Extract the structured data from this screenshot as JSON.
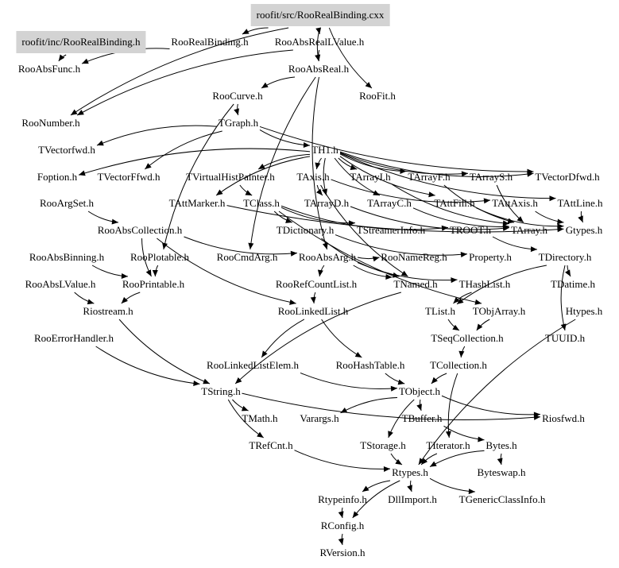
{
  "title": "Include dependency graph for roofit/src/RooRealBinding.cxx",
  "nodes": [
    {
      "id": "src",
      "label": "roofit/src/RooRealBinding.cxx",
      "kind": "file"
    },
    {
      "id": "inc",
      "label": "roofit/inc/RooRealBinding.h",
      "kind": "file"
    },
    {
      "id": "RooRealBinding",
      "label": "RooRealBinding.h"
    },
    {
      "id": "RooAbsRealLValue",
      "label": "RooAbsRealLValue.h"
    },
    {
      "id": "RooAbsFunc",
      "label": "RooAbsFunc.h"
    },
    {
      "id": "RooAbsReal",
      "label": "RooAbsReal.h"
    },
    {
      "id": "RooCurve",
      "label": "RooCurve.h"
    },
    {
      "id": "RooFit",
      "label": "RooFit.h"
    },
    {
      "id": "RooNumber",
      "label": "RooNumber.h"
    },
    {
      "id": "TGraph",
      "label": "TGraph.h"
    },
    {
      "id": "TVectorfwd",
      "label": "TVectorfwd.h"
    },
    {
      "id": "TH1",
      "label": "TH1.h"
    },
    {
      "id": "Foption",
      "label": "Foption.h"
    },
    {
      "id": "TVectorFfwd",
      "label": "TVectorFfwd.h"
    },
    {
      "id": "TVirtualHistPainter",
      "label": "TVirtualHistPainter.h"
    },
    {
      "id": "TAxis",
      "label": "TAxis.h"
    },
    {
      "id": "TArrayI",
      "label": "TArrayI.h"
    },
    {
      "id": "TArrayF",
      "label": "TArrayF.h"
    },
    {
      "id": "TArrayS",
      "label": "TArrayS.h"
    },
    {
      "id": "TVectorDfwd",
      "label": "TVectorDfwd.h"
    },
    {
      "id": "RooArgSet",
      "label": "RooArgSet.h"
    },
    {
      "id": "TAttMarker",
      "label": "TAttMarker.h"
    },
    {
      "id": "TClass",
      "label": "TClass.h"
    },
    {
      "id": "TArrayD",
      "label": "TArrayD.h"
    },
    {
      "id": "TArrayC",
      "label": "TArrayC.h"
    },
    {
      "id": "TAttFill",
      "label": "TAttFill.h"
    },
    {
      "id": "TAttAxis",
      "label": "TAttAxis.h"
    },
    {
      "id": "TAttLine",
      "label": "TAttLine.h"
    },
    {
      "id": "RooAbsCollection",
      "label": "RooAbsCollection.h"
    },
    {
      "id": "TDictionary",
      "label": "TDictionary.h"
    },
    {
      "id": "TStreamerInfo",
      "label": "TStreamerInfo.h"
    },
    {
      "id": "TROOT",
      "label": "TROOT.h"
    },
    {
      "id": "TArray",
      "label": "TArray.h"
    },
    {
      "id": "Gtypes",
      "label": "Gtypes.h"
    },
    {
      "id": "RooAbsBinning",
      "label": "RooAbsBinning.h"
    },
    {
      "id": "RooPlotable",
      "label": "RooPlotable.h"
    },
    {
      "id": "RooCmdArg",
      "label": "RooCmdArg.h"
    },
    {
      "id": "RooAbsArg",
      "label": "RooAbsArg.h"
    },
    {
      "id": "RooNameReg",
      "label": "RooNameReg.h"
    },
    {
      "id": "Property",
      "label": "Property.h"
    },
    {
      "id": "TDirectory",
      "label": "TDirectory.h"
    },
    {
      "id": "RooAbsLValue",
      "label": "RooAbsLValue.h"
    },
    {
      "id": "RooPrintable",
      "label": "RooPrintable.h"
    },
    {
      "id": "RooRefCountList",
      "label": "RooRefCountList.h"
    },
    {
      "id": "TNamed",
      "label": "TNamed.h"
    },
    {
      "id": "THashList",
      "label": "THashList.h"
    },
    {
      "id": "TDatime",
      "label": "TDatime.h"
    },
    {
      "id": "Riostream",
      "label": "Riostream.h"
    },
    {
      "id": "RooLinkedList",
      "label": "RooLinkedList.h"
    },
    {
      "id": "TList",
      "label": "TList.h"
    },
    {
      "id": "TObjArray",
      "label": "TObjArray.h"
    },
    {
      "id": "Htypes",
      "label": "Htypes.h"
    },
    {
      "id": "RooErrorHandler",
      "label": "RooErrorHandler.h"
    },
    {
      "id": "TSeqCollection",
      "label": "TSeqCollection.h"
    },
    {
      "id": "TUUID",
      "label": "TUUID.h"
    },
    {
      "id": "RooLinkedListElem",
      "label": "RooLinkedListElem.h"
    },
    {
      "id": "RooHashTable",
      "label": "RooHashTable.h"
    },
    {
      "id": "TCollection",
      "label": "TCollection.h"
    },
    {
      "id": "TString",
      "label": "TString.h"
    },
    {
      "id": "TObject",
      "label": "TObject.h"
    },
    {
      "id": "TMath",
      "label": "TMath.h"
    },
    {
      "id": "Varargs",
      "label": "Varargs.h"
    },
    {
      "id": "TBuffer",
      "label": "TBuffer.h"
    },
    {
      "id": "Riosfwd",
      "label": "Riosfwd.h"
    },
    {
      "id": "TRefCnt",
      "label": "TRefCnt.h"
    },
    {
      "id": "TStorage",
      "label": "TStorage.h"
    },
    {
      "id": "TIterator",
      "label": "TIterator.h"
    },
    {
      "id": "Bytes",
      "label": "Bytes.h"
    },
    {
      "id": "Rtypes",
      "label": "Rtypes.h"
    },
    {
      "id": "Byteswap",
      "label": "Byteswap.h"
    },
    {
      "id": "Rtypeinfo",
      "label": "Rtypeinfo.h"
    },
    {
      "id": "DllImport",
      "label": "DllImport.h"
    },
    {
      "id": "TGenericClassInfo",
      "label": "TGenericClassInfo.h"
    },
    {
      "id": "RConfig",
      "label": "RConfig.h"
    },
    {
      "id": "RVersion",
      "label": "RVersion.h"
    }
  ],
  "edges": [
    [
      "src",
      "RooRealBinding"
    ],
    [
      "src",
      "RooAbsRealLValue"
    ],
    [
      "src",
      "RooAbsReal"
    ],
    [
      "src",
      "RooFit"
    ],
    [
      "src",
      "RooNumber"
    ],
    [
      "inc",
      "RooAbsFunc"
    ],
    [
      "RooRealBinding",
      "RooAbsFunc"
    ],
    [
      "RooAbsRealLValue",
      "RooAbsReal"
    ],
    [
      "RooAbsRealLValue",
      "RooNumber"
    ],
    [
      "RooAbsReal",
      "RooCurve"
    ],
    [
      "RooAbsReal",
      "RooAbsArg"
    ],
    [
      "RooAbsReal",
      "RooCmdArg"
    ],
    [
      "RooCurve",
      "TGraph"
    ],
    [
      "RooCurve",
      "RooPlotable"
    ],
    [
      "TGraph",
      "TH1"
    ],
    [
      "TGraph",
      "TVectorfwd"
    ],
    [
      "TGraph",
      "TVectorFfwd"
    ],
    [
      "TGraph",
      "TVectorDfwd"
    ],
    [
      "TH1",
      "Foption"
    ],
    [
      "TH1",
      "TVirtualHistPainter"
    ],
    [
      "TH1",
      "TAxis"
    ],
    [
      "TH1",
      "TArrayI"
    ],
    [
      "TH1",
      "TArrayF"
    ],
    [
      "TH1",
      "TArrayS"
    ],
    [
      "TH1",
      "TAttMarker"
    ],
    [
      "TH1",
      "TArrayD"
    ],
    [
      "TH1",
      "TArrayC"
    ],
    [
      "TH1",
      "TAttFill"
    ],
    [
      "TH1",
      "TAttLine"
    ],
    [
      "TH1",
      "TVectorDfwd"
    ],
    [
      "TAxis",
      "TAttAxis"
    ],
    [
      "TAxis",
      "TArrayD"
    ],
    [
      "TAxis",
      "TNamed"
    ],
    [
      "TArrayI",
      "TArray"
    ],
    [
      "TArrayF",
      "TArray"
    ],
    [
      "TArrayS",
      "TArray"
    ],
    [
      "TArrayD",
      "TArray"
    ],
    [
      "TArrayC",
      "TArray"
    ],
    [
      "TAttFill",
      "Gtypes"
    ],
    [
      "TAttLine",
      "Gtypes"
    ],
    [
      "TAttMarker",
      "Gtypes"
    ],
    [
      "TAttAxis",
      "Gtypes"
    ],
    [
      "TVirtualHistPainter",
      "TClass"
    ],
    [
      "TClass",
      "TDictionary"
    ],
    [
      "TClass",
      "TStreamerInfo"
    ],
    [
      "TClass",
      "TROOT"
    ],
    [
      "TClass",
      "TObjArray"
    ],
    [
      "TDictionary",
      "TNamed"
    ],
    [
      "TDictionary",
      "Property"
    ],
    [
      "TROOT",
      "TDirectory"
    ],
    [
      "TDirectory",
      "TDatime"
    ],
    [
      "TDirectory",
      "TUUID"
    ],
    [
      "TDirectory",
      "TList"
    ],
    [
      "RooArgSet",
      "RooAbsCollection"
    ],
    [
      "RooAbsCollection",
      "RooPrintable"
    ],
    [
      "RooAbsCollection",
      "RooLinkedList"
    ],
    [
      "RooAbsCollection",
      "RooAbsArg"
    ],
    [
      "RooAbsArg",
      "RooNameReg"
    ],
    [
      "RooAbsArg",
      "RooRefCountList"
    ],
    [
      "RooAbsArg",
      "THashList"
    ],
    [
      "RooAbsArg",
      "TNamed"
    ],
    [
      "RooAbsLValue",
      "Riostream"
    ],
    [
      "RooAbsBinning",
      "RooPrintable"
    ],
    [
      "RooPlotable",
      "RooPrintable"
    ],
    [
      "RooPrintable",
      "Riostream"
    ],
    [
      "RooRefCountList",
      "RooLinkedList"
    ],
    [
      "RooLinkedList",
      "RooLinkedListElem"
    ],
    [
      "RooLinkedList",
      "RooHashTable"
    ],
    [
      "THashList",
      "TList"
    ],
    [
      "TNamed",
      "TString"
    ],
    [
      "TList",
      "TSeqCollection"
    ],
    [
      "TObjArray",
      "TSeqCollection"
    ],
    [
      "TSeqCollection",
      "TCollection"
    ],
    [
      "TCollection",
      "TObject"
    ],
    [
      "TCollection",
      "TIterator"
    ],
    [
      "RooHashTable",
      "TObject"
    ],
    [
      "RooLinkedListElem",
      "TObject"
    ],
    [
      "TObject",
      "TBuffer"
    ],
    [
      "TObject",
      "Varargs"
    ],
    [
      "TObject",
      "Riosfwd"
    ],
    [
      "TObject",
      "TStorage"
    ],
    [
      "TString",
      "TMath"
    ],
    [
      "TString",
      "TRefCnt"
    ],
    [
      "TString",
      "Riosfwd"
    ],
    [
      "TBuffer",
      "Bytes"
    ],
    [
      "Bytes",
      "Byteswap"
    ],
    [
      "Bytes",
      "Rtypes"
    ],
    [
      "TStorage",
      "Rtypes"
    ],
    [
      "TIterator",
      "Rtypes"
    ],
    [
      "TRefCnt",
      "Rtypes"
    ],
    [
      "Htypes",
      "Rtypes"
    ],
    [
      "RooErrorHandler",
      "TString"
    ],
    [
      "Riostream",
      "TString"
    ],
    [
      "Rtypes",
      "Rtypeinfo"
    ],
    [
      "Rtypes",
      "DllImport"
    ],
    [
      "Rtypes",
      "TGenericClassInfo"
    ],
    [
      "Rtypes",
      "RConfig"
    ],
    [
      "Rtypeinfo",
      "RConfig"
    ],
    [
      "RConfig",
      "RVersion"
    ]
  ]
}
